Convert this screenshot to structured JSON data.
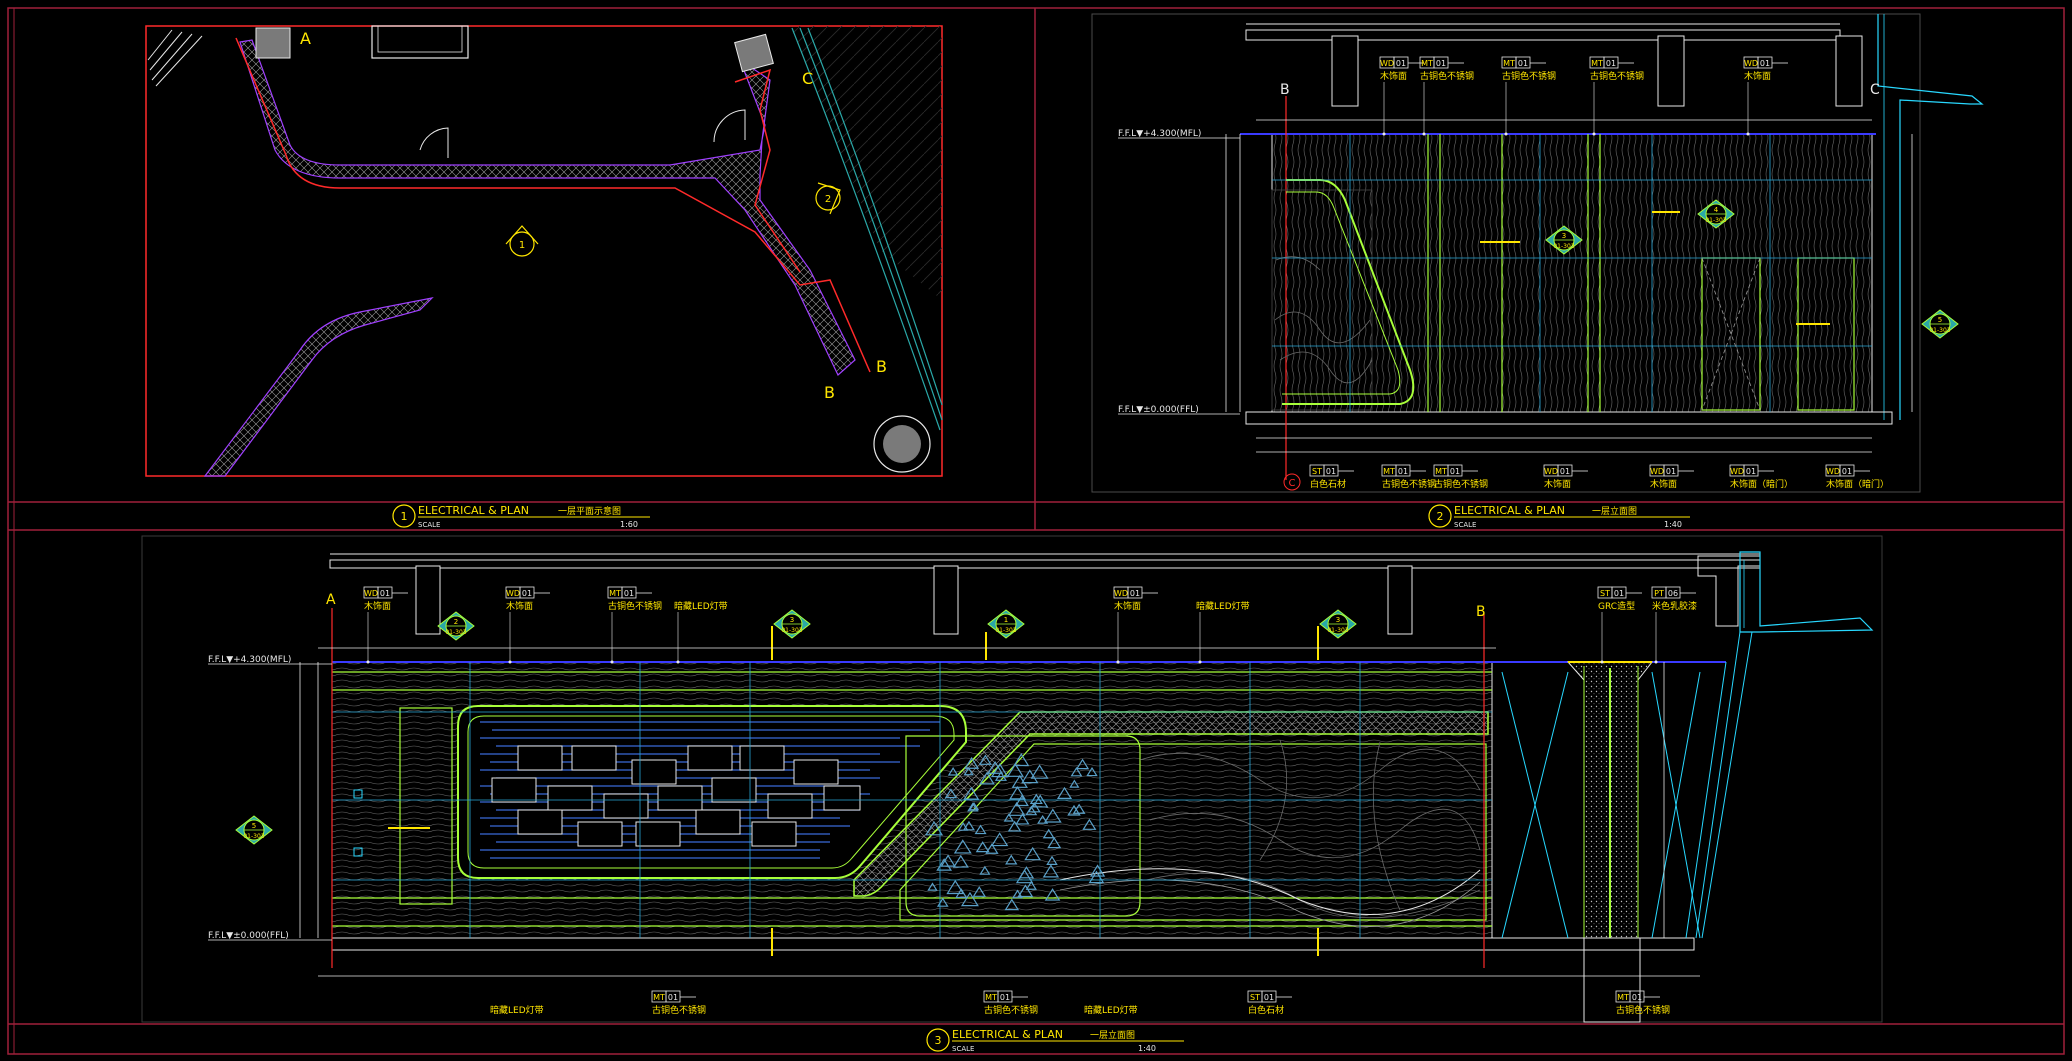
{
  "colors": {
    "frame": "#a0203a",
    "red": "#ff2a2a",
    "yellow": "#ffe600",
    "green": "#a8ff3a",
    "cyan": "#28d8ff",
    "teal": "#2aa8a8",
    "blue": "#3a3aff",
    "violet": "#a040ff",
    "white": "#e8e8e8",
    "gray": "#9a9a9a",
    "stone": "#5aa0c8"
  },
  "view1": {
    "markers": {
      "a": "A",
      "b1": "B",
      "b2": "B",
      "c": "C"
    },
    "sym_center": "1",
    "sym_right": "2",
    "title": {
      "number": "1",
      "name": "ELECTRICAL & PLAN",
      "cn": "一层平面示意图",
      "scale_label": "SCALE",
      "scale": "1:60"
    }
  },
  "view2": {
    "markers": {
      "b": "B",
      "c_top": "C",
      "c_bottom": "C"
    },
    "levels": {
      "top": "F.F.L▼+4.300(MFL)",
      "bottom": "F.F.L▼±0.000(FFL)"
    },
    "top_tags": [
      {
        "code": "WD",
        "num": "01",
        "text": "木饰面"
      },
      {
        "code": "MT",
        "num": "01",
        "text": "古铜色不锈钢"
      },
      {
        "code": "MT",
        "num": "01",
        "text": "古铜色不锈钢"
      },
      {
        "code": "MT",
        "num": "01",
        "text": "古铜色不锈钢"
      },
      {
        "code": "WD",
        "num": "01",
        "text": "木饰面"
      }
    ],
    "bottom_tags": [
      {
        "code": "ST",
        "num": "01",
        "text": "白色石材"
      },
      {
        "code": "MT",
        "num": "01",
        "text": "古铜色不锈钢"
      },
      {
        "code": "MT",
        "num": "01",
        "text": "古铜色不锈钢"
      },
      {
        "code": "WD",
        "num": "01",
        "text": "木饰面"
      },
      {
        "code": "WD",
        "num": "01",
        "text": "木饰面"
      },
      {
        "code": "WD",
        "num": "01",
        "text": "木饰面（暗门）"
      },
      {
        "code": "WD",
        "num": "01",
        "text": "木饰面（暗门）"
      }
    ],
    "callouts": [
      {
        "num": "3",
        "sheet": "01-303"
      },
      {
        "num": "4",
        "sheet": "01-303"
      },
      {
        "num": "5",
        "sheet": "01-303"
      }
    ],
    "title": {
      "number": "2",
      "name": "ELECTRICAL & PLAN",
      "cn": "一层立面图",
      "scale_label": "SCALE",
      "scale": "1:40"
    }
  },
  "view3": {
    "markers": {
      "a": "A",
      "b": "B"
    },
    "levels": {
      "top": "F.F.L▼+4.300(MFL)",
      "bottom": "F.F.L▼±0.000(FFL)"
    },
    "top_tags": [
      {
        "code": "WD",
        "num": "01",
        "text": "木饰面"
      },
      {
        "code": "WD",
        "num": "01",
        "text": "木饰面"
      },
      {
        "code": "MT",
        "num": "01",
        "text": "古铜色不锈钢"
      },
      {
        "code": "",
        "num": "",
        "text": "暗藏LED灯带"
      },
      {
        "code": "WD",
        "num": "01",
        "text": "木饰面"
      },
      {
        "code": "",
        "num": "",
        "text": "暗藏LED灯带"
      },
      {
        "code": "ST",
        "num": "01",
        "text": "GRC造型"
      },
      {
        "code": "PT",
        "num": "06",
        "text": "米色乳胶漆"
      }
    ],
    "bottom_tags": [
      {
        "code": "",
        "num": "",
        "text": "暗藏LED灯带"
      },
      {
        "code": "MT",
        "num": "01",
        "text": "古铜色不锈钢"
      },
      {
        "code": "MT",
        "num": "01",
        "text": "古铜色不锈钢"
      },
      {
        "code": "",
        "num": "",
        "text": "暗藏LED灯带"
      },
      {
        "code": "ST",
        "num": "01",
        "text": "白色石材"
      },
      {
        "code": "MT",
        "num": "01",
        "text": "古铜色不锈钢"
      }
    ],
    "callouts": [
      {
        "num": "2",
        "sheet": "01-303"
      },
      {
        "num": "3",
        "sheet": "01-303"
      },
      {
        "num": "1",
        "sheet": "01-302"
      },
      {
        "num": "3",
        "sheet": "01-303"
      },
      {
        "num": "5",
        "sheet": "01-303"
      }
    ],
    "title": {
      "number": "3",
      "name": "ELECTRICAL & PLAN",
      "cn": "一层立面图",
      "scale_label": "SCALE",
      "scale": "1:40"
    }
  }
}
